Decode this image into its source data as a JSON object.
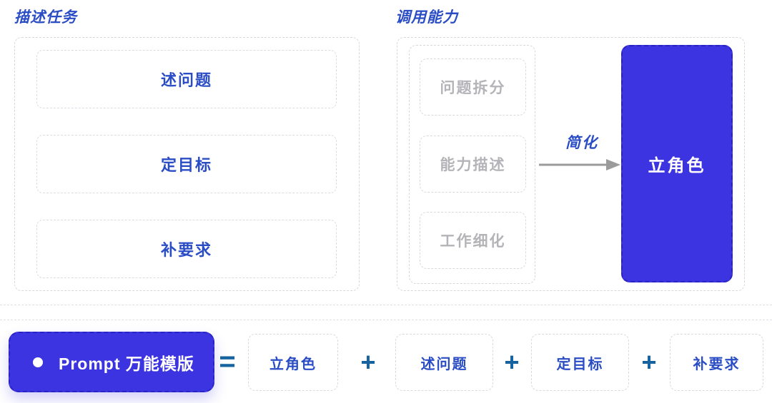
{
  "left_panel": {
    "title": "描述任务",
    "boxes": [
      {
        "label": "述问题"
      },
      {
        "label": "定目标"
      },
      {
        "label": "补要求"
      }
    ]
  },
  "right_panel": {
    "title": "调用能力",
    "gray_boxes": [
      {
        "label": "问题拆分"
      },
      {
        "label": "能力描述"
      },
      {
        "label": "工作细化"
      }
    ],
    "arrow_label": "简化",
    "result_label": "立角色"
  },
  "bottom": {
    "template_label": "Prompt 万能模版",
    "equals": "=",
    "plus": "+",
    "items": [
      {
        "label": "立角色"
      },
      {
        "label": "述问题"
      },
      {
        "label": "定目标"
      },
      {
        "label": "补要求"
      }
    ]
  },
  "icons": {
    "bullet": "white-filled-circle",
    "arrow": "gray-right-arrow"
  },
  "colors": {
    "accent_blue_fill": "#3c34e0",
    "label_blue": "#2a4dc5",
    "muted_gray_text": "#b4b4b8",
    "operator_blue": "#16639f",
    "arrow_gray": "#9b9b9b",
    "dashed_border_gray": "#d7d7de",
    "background": "#ffffff"
  }
}
